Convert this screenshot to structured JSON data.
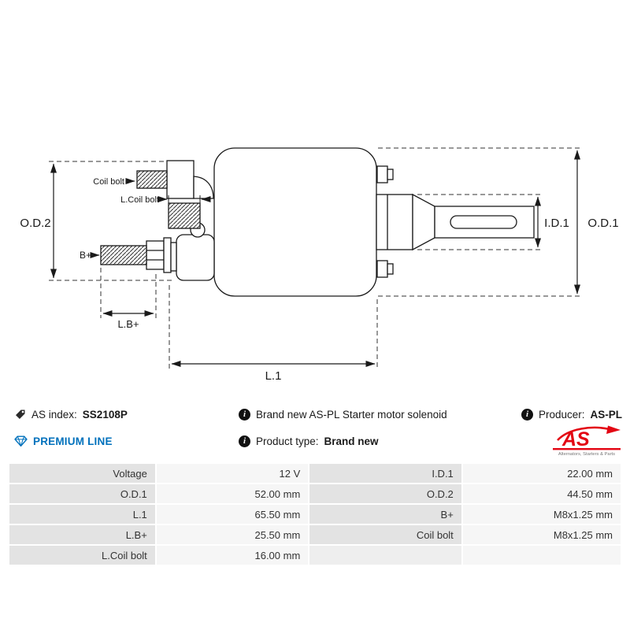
{
  "drawing": {
    "dim_od2": "O.D.2",
    "dim_od1": "O.D.1",
    "dim_id1": "I.D.1",
    "dim_l1": "L.1",
    "dim_lb_plus": "L.B+",
    "label_coil_bolt": "Coil bolt",
    "label_l_coil_bolt": "L.Coil bolt",
    "label_b_plus": "B+"
  },
  "info": {
    "as_index_label": "AS index:",
    "as_index_value": "SS2108P",
    "description": "Brand new AS-PL Starter motor solenoid",
    "producer_label": "Producer:",
    "producer_value": "AS-PL",
    "premium_line_label": "PREMIUM LINE",
    "product_type_label": "Product type:",
    "product_type_value": "Brand new",
    "info_icon_glyph": "i",
    "logo": {
      "text": "AS",
      "subtext": "Alternators, Starters & Parts"
    }
  },
  "table": {
    "rows": [
      {
        "label1": "Voltage",
        "value1": "12 V",
        "label2": "I.D.1",
        "value2": "22.00 mm"
      },
      {
        "label1": "O.D.1",
        "value1": "52.00 mm",
        "label2": "O.D.2",
        "value2": "44.50 mm"
      },
      {
        "label1": "L.1",
        "value1": "65.50 mm",
        "label2": "B+",
        "value2": "M8x1.25 mm"
      },
      {
        "label1": "L.B+",
        "value1": "25.50 mm",
        "label2": "Coil bolt",
        "value2": "M8x1.25 mm"
      },
      {
        "label1": "L.Coil bolt",
        "value1": "16.00 mm",
        "label2": "",
        "value2": ""
      }
    ]
  },
  "colors": {
    "accent_blue": "#0071bc",
    "logo_red": "#e30613",
    "line_color": "#1a1a1a",
    "table_label_bg": "#e3e3e3",
    "table_value_bg": "#f6f6f6"
  }
}
